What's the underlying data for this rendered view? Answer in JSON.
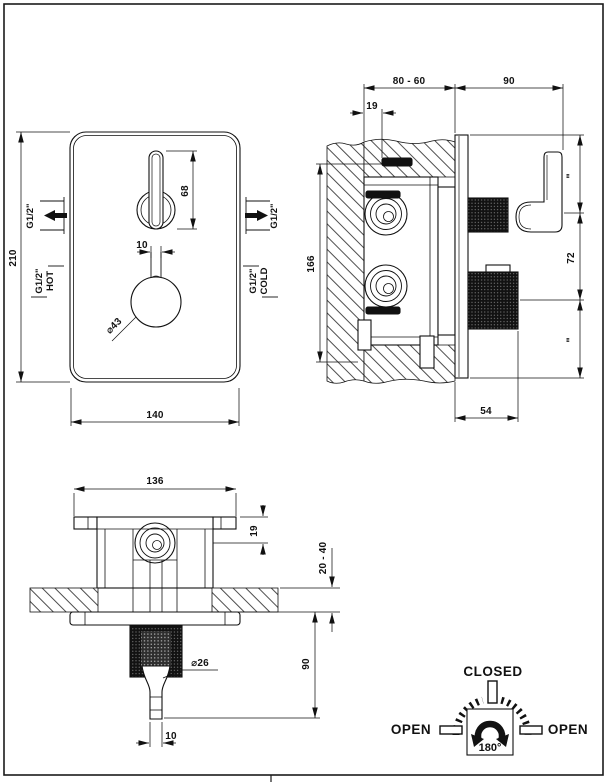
{
  "sheet": {
    "views": {
      "front": {
        "dims": {
          "plate_height": "210",
          "plate_width": "140",
          "lever_height": "68",
          "stem_width": "10",
          "knob_diameter": "⌀43"
        },
        "ports": {
          "outlet_left": "G1/2\"",
          "outlet_right": "G1/2\"",
          "hot_size": "G1/2\"",
          "hot_label": "HOT",
          "cold_size": "G1/2\"",
          "cold_label": "COLD"
        }
      },
      "side": {
        "dims": {
          "recess_depth_range": "80 - 60",
          "protrusion": "90",
          "bracket_offset": "19",
          "body_height": "166",
          "spacing_top": "\"",
          "handle_spacing": "72",
          "spacing_bottom": "\"",
          "knob_protrusion": "54"
        }
      },
      "top": {
        "dims": {
          "body_width": "136",
          "port_offset": "19",
          "plaster_range": "20 - 40",
          "stem_length": "90",
          "stem_diameter": "⌀26",
          "stem_width": "10"
        }
      },
      "rotation": {
        "closed_label": "CLOSED",
        "open_left_label": "OPEN",
        "open_right_label": "OPEN",
        "angle_label": "180°"
      }
    }
  }
}
